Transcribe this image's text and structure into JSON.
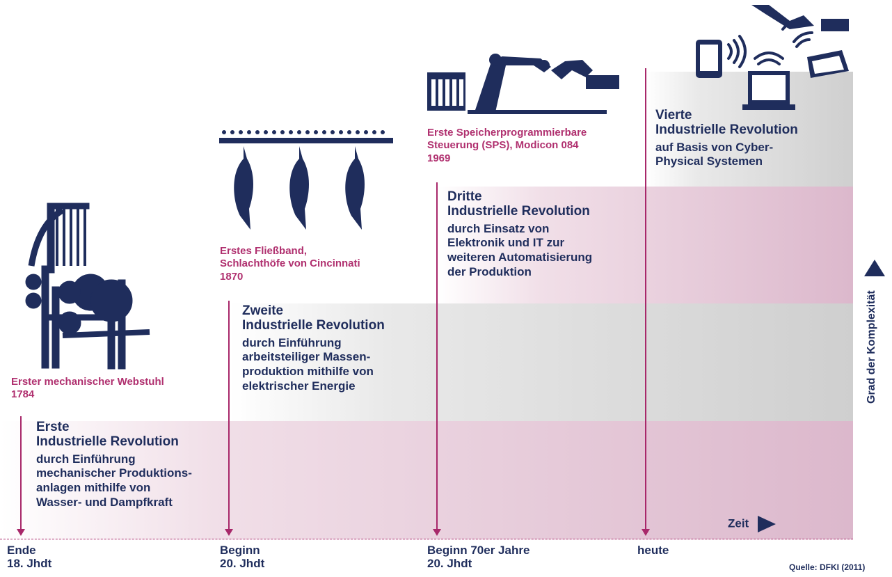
{
  "revolutions": [
    {
      "heading": "Erste\nIndustrielle Revolution",
      "text": "durch Einführung\nmechanischer Produktions-\nanlagen mithilfe von\nWasser- und Dampfkraft"
    },
    {
      "heading": "Zweite\nIndustrielle Revolution",
      "text": "durch Einführung\narbeitsteiliger Massen-\nproduktion mithilfe von\nelektrischer Energie"
    },
    {
      "heading": "Dritte\nIndustrielle Revolution",
      "text": "durch Einsatz von\nElektronik und IT zur\nweiteren Automatisierung\nder Produktion"
    },
    {
      "heading": "Vierte\nIndustrielle Revolution",
      "text": "auf Basis von Cyber-\nPhysical Systemen"
    }
  ],
  "milestones": [
    "Erster mechanischer Webstuhl\n1784",
    "Erstes Fließband,\nSchlachthöfe von Cincinnati\n1870",
    "Erste Speicherprogrammierbare\nSteuerung (SPS), Modicon 084\n1969"
  ],
  "timeline": [
    "Ende\n18. Jhdt",
    "Beginn\n20. Jhdt",
    "Beginn 70er Jahre\n20. Jhdt",
    "heute"
  ],
  "axis": {
    "x_label": "Zeit",
    "y_label": "Grad der Komplexität"
  },
  "source": "Quelle: DFKI (2011)",
  "colors": {
    "navy": "#1f2d5c",
    "magenta": "#b0306f",
    "pink_band": "#dcb8cc",
    "grey_band": "#cfcfcf"
  },
  "icons": [
    "loom-icon",
    "assembly-line-icon",
    "robot-arm-plc-icon",
    "cyber-physical-devices-icon",
    "arrow-up-icon",
    "arrow-right-icon"
  ]
}
